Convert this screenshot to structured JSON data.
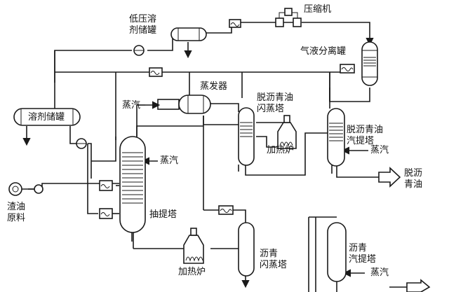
{
  "labels": {
    "compressor": "压缩机",
    "low_pressure_tank": "低压溶\n剂储罐",
    "gas_liquid_separator": "气液分离罐",
    "evaporator": "蒸发器",
    "steam_evaporator": "蒸汽",
    "solvent_tank": "溶剂储罐",
    "deasphalted_flash": "脱沥青油\n闪蒸塔",
    "heater_1": "加热炉",
    "deasphalted_stripper": "脱沥青油\n汽提塔",
    "steam_stripper_1": "蒸汽",
    "deasphalted_product": "脱沥\n青油",
    "steam_extractor": "蒸汽",
    "extractor": "抽提塔",
    "residue_feed": "渣油\n原料",
    "heater_2": "加热炉",
    "asphalt_flash": "沥青\n闪蒸塔",
    "asphalt_stripper": "沥青\n汽提塔",
    "steam_stripper_2": "蒸汽"
  },
  "icons": [
    "pump-icon",
    "cooler-icon",
    "heater-furnace-icon",
    "tower-icon",
    "vessel-icon",
    "valve-icon",
    "arrow-icon"
  ]
}
